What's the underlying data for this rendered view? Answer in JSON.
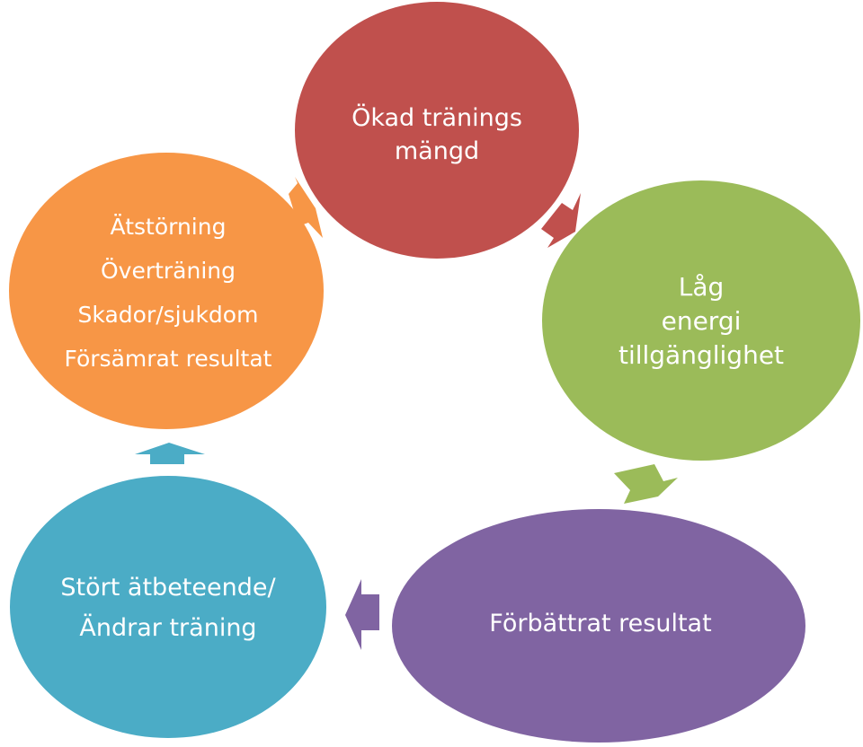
{
  "diagram": {
    "nodes": [
      {
        "id": "red",
        "lines": [
          "Ökad tränings",
          "mängd"
        ],
        "color": "#c0504d"
      },
      {
        "id": "green",
        "lines": [
          "Låg",
          "energi",
          "tillgänglighet"
        ],
        "color": "#9bbb59"
      },
      {
        "id": "purple",
        "lines": [
          "Förbättrat resultat"
        ],
        "color": "#8064a2"
      },
      {
        "id": "blue",
        "lines": [
          "Stört ätbeteende/",
          "Ändrar träning"
        ],
        "color": "#4bacc6"
      },
      {
        "id": "orange",
        "lines": [
          "Ätstörning",
          "Överträning",
          "Skador/sjukdom",
          "Försämrat resultat"
        ],
        "color": "#f79646"
      }
    ],
    "edges": [
      {
        "from": "red",
        "to": "green",
        "color": "#c0504d"
      },
      {
        "from": "green",
        "to": "purple",
        "color": "#9bbb59"
      },
      {
        "from": "purple",
        "to": "blue",
        "color": "#8064a2"
      },
      {
        "from": "blue",
        "to": "orange",
        "color": "#4bacc6"
      },
      {
        "from": "orange",
        "to": "red",
        "color": "#f79646"
      }
    ]
  }
}
